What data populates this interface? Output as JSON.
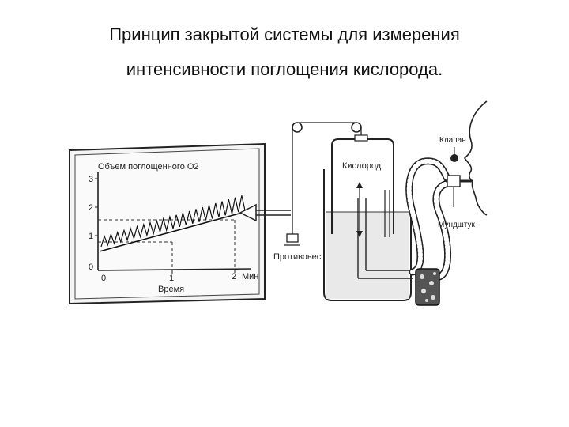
{
  "title": {
    "line1": "Принцип закрытой системы для измерения",
    "line2": "интенсивности поглощения кислорода."
  },
  "recorder": {
    "ylabel": "Объем поглощенного O2",
    "y_ticks": [
      "3",
      "2",
      "1",
      "0"
    ],
    "x_ticks": [
      "0",
      "1",
      "2"
    ],
    "x_unit": "Мин",
    "xlabel": "Время"
  },
  "labels": {
    "counterweight": "Противовес",
    "oxygen": "Кислород",
    "valve": "Клапан",
    "mouthpiece": "Мундштук"
  }
}
